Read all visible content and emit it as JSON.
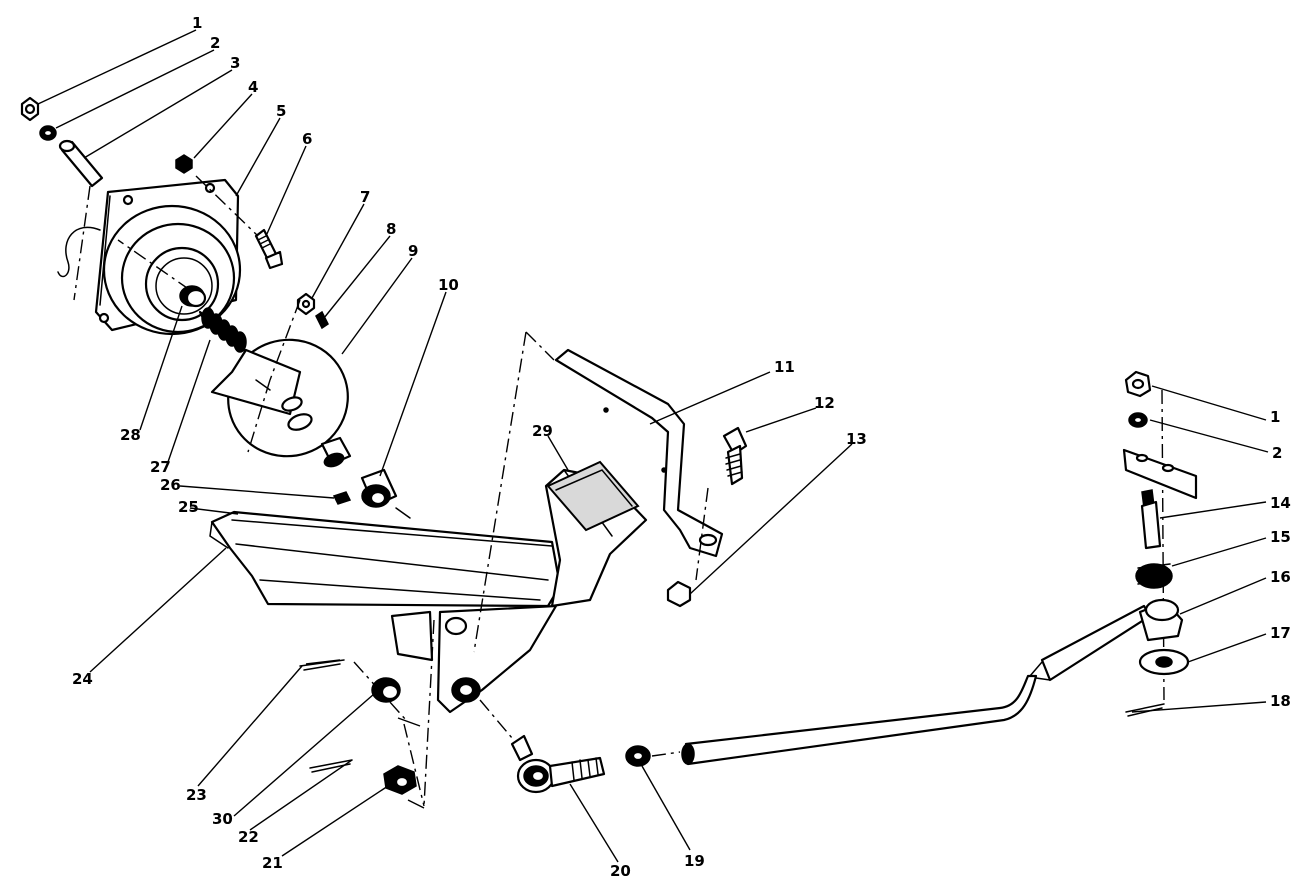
{
  "diagram": {
    "callouts": [
      {
        "id": "c1a",
        "label": "1"
      },
      {
        "id": "c2a",
        "label": "2"
      },
      {
        "id": "c3",
        "label": "3"
      },
      {
        "id": "c4",
        "label": "4"
      },
      {
        "id": "c5",
        "label": "5"
      },
      {
        "id": "c6",
        "label": "6"
      },
      {
        "id": "c7",
        "label": "7"
      },
      {
        "id": "c8",
        "label": "8"
      },
      {
        "id": "c9",
        "label": "9"
      },
      {
        "id": "c10",
        "label": "10"
      },
      {
        "id": "c11",
        "label": "11"
      },
      {
        "id": "c12",
        "label": "12"
      },
      {
        "id": "c13",
        "label": "13"
      },
      {
        "id": "c1b",
        "label": "1"
      },
      {
        "id": "c2b",
        "label": "2"
      },
      {
        "id": "c14",
        "label": "14"
      },
      {
        "id": "c15",
        "label": "15"
      },
      {
        "id": "c16",
        "label": "16"
      },
      {
        "id": "c17",
        "label": "17"
      },
      {
        "id": "c18",
        "label": "18"
      },
      {
        "id": "c19",
        "label": "19"
      },
      {
        "id": "c20",
        "label": "20"
      },
      {
        "id": "c21",
        "label": "21"
      },
      {
        "id": "c22",
        "label": "22"
      },
      {
        "id": "c30",
        "label": "30"
      },
      {
        "id": "c23",
        "label": "23"
      },
      {
        "id": "c24",
        "label": "24"
      },
      {
        "id": "c25",
        "label": "25"
      },
      {
        "id": "c26",
        "label": "26"
      },
      {
        "id": "c27",
        "label": "27"
      },
      {
        "id": "c28",
        "label": "28"
      },
      {
        "id": "c29",
        "label": "29"
      }
    ]
  }
}
